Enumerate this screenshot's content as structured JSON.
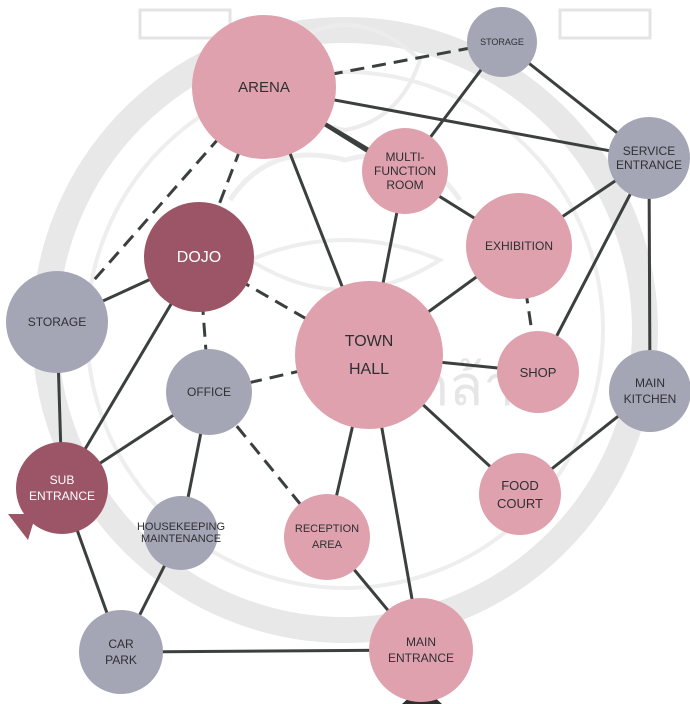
{
  "colors": {
    "pink": "#dea1ad",
    "maroon": "#9c5566",
    "grey": "#a4a6b6",
    "line": "#3b3f3d",
    "watermark": "#e6e6e6"
  },
  "nodes": [
    {
      "id": "arena",
      "lines": [
        "ARENA"
      ],
      "color": "pink"
    },
    {
      "id": "storage-top",
      "lines": [
        "STORAGE"
      ],
      "color": "grey"
    },
    {
      "id": "service-entrance",
      "lines": [
        "SERVICE",
        "ENTRANCE"
      ],
      "color": "grey"
    },
    {
      "id": "multi-function-room",
      "lines": [
        "MULTI-",
        "FUNCTION",
        "ROOM"
      ],
      "color": "pink"
    },
    {
      "id": "exhibition",
      "lines": [
        "EXHIBITION"
      ],
      "color": "pink"
    },
    {
      "id": "dojo",
      "lines": [
        "DOJO"
      ],
      "color": "maroon"
    },
    {
      "id": "storage-left",
      "lines": [
        "STORAGE"
      ],
      "color": "grey"
    },
    {
      "id": "town-hall",
      "lines": [
        "TOWN",
        "HALL"
      ],
      "color": "pink"
    },
    {
      "id": "shop",
      "lines": [
        "SHOP"
      ],
      "color": "pink"
    },
    {
      "id": "main-kitchen",
      "lines": [
        "MAIN",
        "KITCHEN"
      ],
      "color": "grey"
    },
    {
      "id": "office",
      "lines": [
        "OFFICE"
      ],
      "color": "grey"
    },
    {
      "id": "sub-entrance",
      "lines": [
        "SUB",
        "ENTRANCE"
      ],
      "color": "maroon"
    },
    {
      "id": "food-court",
      "lines": [
        "FOOD",
        "COURT"
      ],
      "color": "pink"
    },
    {
      "id": "housekeeping-maintenance",
      "lines": [
        "HOUSEKEEPING",
        "MAINTENANCE"
      ],
      "color": "grey"
    },
    {
      "id": "reception-area",
      "lines": [
        "RECEPTION",
        "AREA"
      ],
      "color": "pink"
    },
    {
      "id": "car-park",
      "lines": [
        "CAR",
        "PARK"
      ],
      "color": "grey"
    },
    {
      "id": "main-entrance",
      "lines": [
        "MAIN",
        "ENTRANCE"
      ],
      "color": "pink"
    }
  ],
  "edges": [
    {
      "from": "arena",
      "to": "storage-top",
      "style": "dashed"
    },
    {
      "from": "arena",
      "to": "service-entrance",
      "style": "solid"
    },
    {
      "from": "arena",
      "to": "exhibition",
      "style": "solid"
    },
    {
      "from": "arena",
      "to": "multi-function-room",
      "style": "solid"
    },
    {
      "from": "arena",
      "to": "town-hall",
      "style": "solid"
    },
    {
      "from": "arena",
      "to": "dojo",
      "style": "dashed"
    },
    {
      "from": "arena",
      "to": "storage-left",
      "style": "dashed"
    },
    {
      "from": "storage-top",
      "to": "service-entrance",
      "style": "solid"
    },
    {
      "from": "storage-top",
      "to": "multi-function-room",
      "style": "solid"
    },
    {
      "from": "service-entrance",
      "to": "exhibition",
      "style": "solid"
    },
    {
      "from": "service-entrance",
      "to": "shop",
      "style": "solid"
    },
    {
      "from": "service-entrance",
      "to": "main-kitchen",
      "style": "solid"
    },
    {
      "from": "multi-function-room",
      "to": "town-hall",
      "style": "solid"
    },
    {
      "from": "exhibition",
      "to": "town-hall",
      "style": "solid"
    },
    {
      "from": "exhibition",
      "to": "shop",
      "style": "dashed"
    },
    {
      "from": "dojo",
      "to": "storage-left",
      "style": "solid"
    },
    {
      "from": "dojo",
      "to": "town-hall",
      "style": "dashed"
    },
    {
      "from": "dojo",
      "to": "office",
      "style": "dashed"
    },
    {
      "from": "dojo",
      "to": "sub-entrance",
      "style": "solid"
    },
    {
      "from": "storage-left",
      "to": "sub-entrance",
      "style": "solid"
    },
    {
      "from": "town-hall",
      "to": "shop",
      "style": "solid"
    },
    {
      "from": "town-hall",
      "to": "office",
      "style": "dashed"
    },
    {
      "from": "town-hall",
      "to": "food-court",
      "style": "solid"
    },
    {
      "from": "town-hall",
      "to": "reception-area",
      "style": "solid"
    },
    {
      "from": "town-hall",
      "to": "main-entrance",
      "style": "solid"
    },
    {
      "from": "main-kitchen",
      "to": "food-court",
      "style": "solid"
    },
    {
      "from": "office",
      "to": "sub-entrance",
      "style": "solid"
    },
    {
      "from": "office",
      "to": "housekeeping-maintenance",
      "style": "solid"
    },
    {
      "from": "office",
      "to": "reception-area",
      "style": "dashed"
    },
    {
      "from": "sub-entrance",
      "to": "car-park",
      "style": "solid"
    },
    {
      "from": "housekeeping-maintenance",
      "to": "car-park",
      "style": "solid"
    },
    {
      "from": "reception-area",
      "to": "main-entrance",
      "style": "solid"
    },
    {
      "from": "car-park",
      "to": "main-entrance",
      "style": "solid"
    }
  ],
  "watermark_text": "อมเกล้า"
}
